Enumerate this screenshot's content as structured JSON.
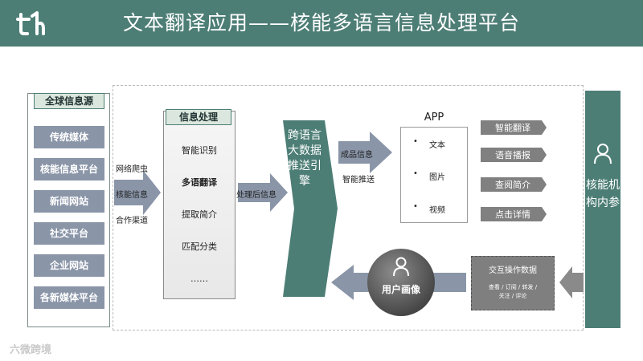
{
  "header": {
    "title": "文本翻译应用——核能多语言信息处理平台"
  },
  "sources": {
    "title": "全球信息源",
    "items": [
      "传统媒体",
      "核能信息平台",
      "新闻网站",
      "社交平台",
      "企业网站",
      "各新媒体平台"
    ]
  },
  "flow_labels": {
    "crawler": "网络爬虫",
    "nuclear_info": "核能信息",
    "cooperation": "合作渠道",
    "processed": "处理后信息",
    "finished": "成品信息",
    "smart_push": "智能推送"
  },
  "processing": {
    "title": "信息处理",
    "items": [
      "智能识别",
      "多语翻译",
      "提取简介",
      "匹配分类",
      "……"
    ]
  },
  "engine": {
    "label": "跨语言大数据推送引擎"
  },
  "app": {
    "title": "APP",
    "bullet": "•",
    "items": [
      "文本",
      "图片",
      "视频"
    ]
  },
  "services": [
    "智能翻译",
    "语音播报",
    "查阅简介",
    "点击详情"
  ],
  "right_panel": {
    "label": "核能机构内参",
    "icon": "user-icon"
  },
  "interaction": {
    "title": "交互操作数据",
    "line1": "查看 / 订阅 / 转发 /",
    "line2": "关注 / 评论"
  },
  "portrait": {
    "label": "用户画像",
    "icon": "user-icon"
  },
  "watermark": "六微跨境",
  "colors": {
    "teal": "#4d7e76",
    "slate": "#8a95a8",
    "arrow": "#8a95a8",
    "grey": "#7f7f7f"
  }
}
